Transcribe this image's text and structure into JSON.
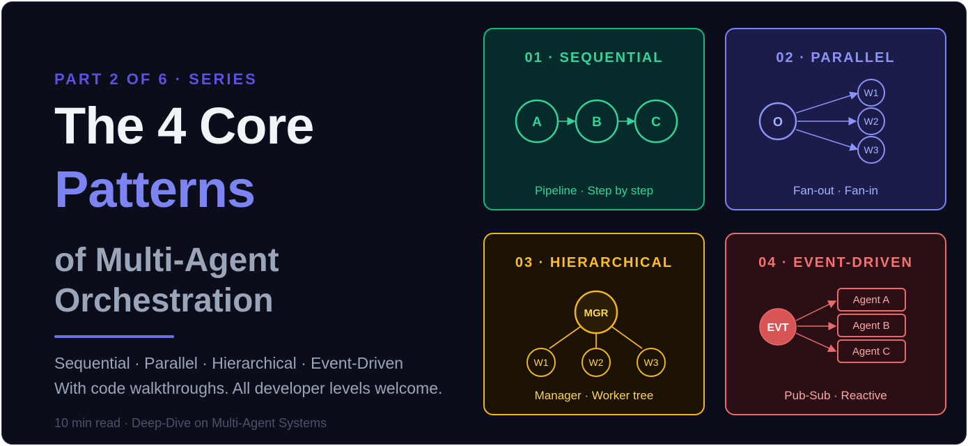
{
  "hero": {
    "kicker": "PART 2 OF 6 · SERIES",
    "title_line1": "The 4 Core",
    "title_line2": "Patterns",
    "title_line3": "of Multi-Agent",
    "title_line4": "Orchestration",
    "subtitle_line1": "Sequential · Parallel · Hierarchical · Event-Driven",
    "subtitle_line2": "With code walkthroughs. All developer levels welcome.",
    "meta": "10 min read · Deep-Dive on Multi-Agent Systems"
  },
  "cards": [
    {
      "title": "01 · SEQUENTIAL",
      "caption": "Pipeline · Step by step",
      "accent": "#34d399",
      "nodes": [
        "A",
        "B",
        "C"
      ]
    },
    {
      "title": "02 · PARALLEL",
      "caption": "Fan-out · Fan-in",
      "accent": "#8b93f6",
      "source": "O",
      "workers": [
        "W1",
        "W2",
        "W3"
      ]
    },
    {
      "title": "03 · HIERARCHICAL",
      "caption": "Manager · Worker tree",
      "accent": "#fbbf24",
      "manager": "MGR",
      "workers": [
        "W1",
        "W2",
        "W3"
      ]
    },
    {
      "title": "04 · EVENT-DRIVEN",
      "caption": "Pub-Sub · Reactive",
      "accent": "#f87171",
      "event": "EVT",
      "agents": [
        "Agent A",
        "Agent B",
        "Agent C"
      ]
    }
  ]
}
